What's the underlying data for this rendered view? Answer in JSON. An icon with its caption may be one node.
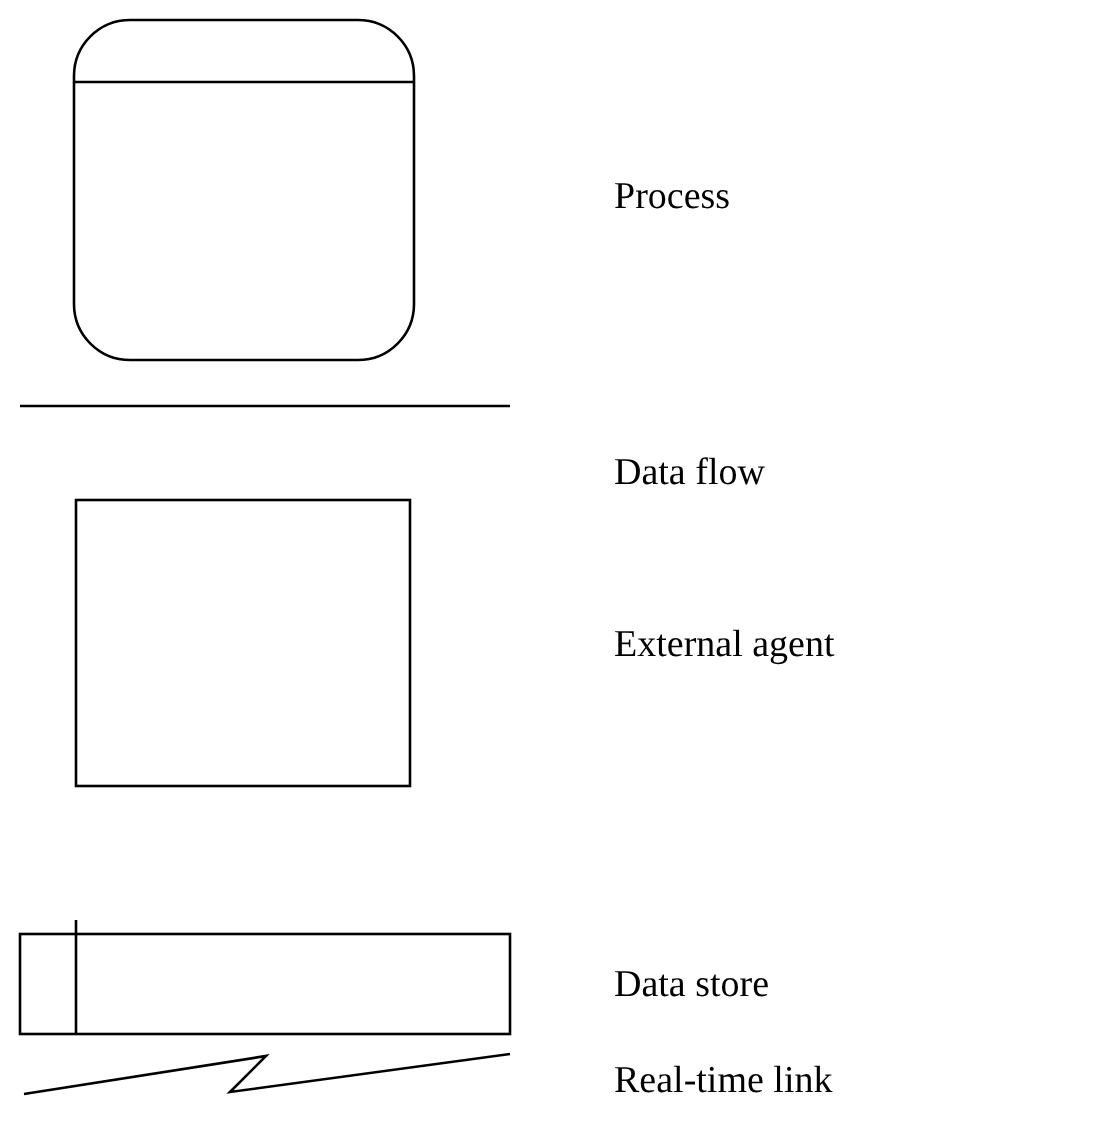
{
  "diagram": {
    "legend": [
      {
        "text": "Process"
      },
      {
        "text": "Data flow"
      },
      {
        "text": "External agent"
      },
      {
        "text": "Data store"
      },
      {
        "text": "Real-time link"
      }
    ]
  }
}
